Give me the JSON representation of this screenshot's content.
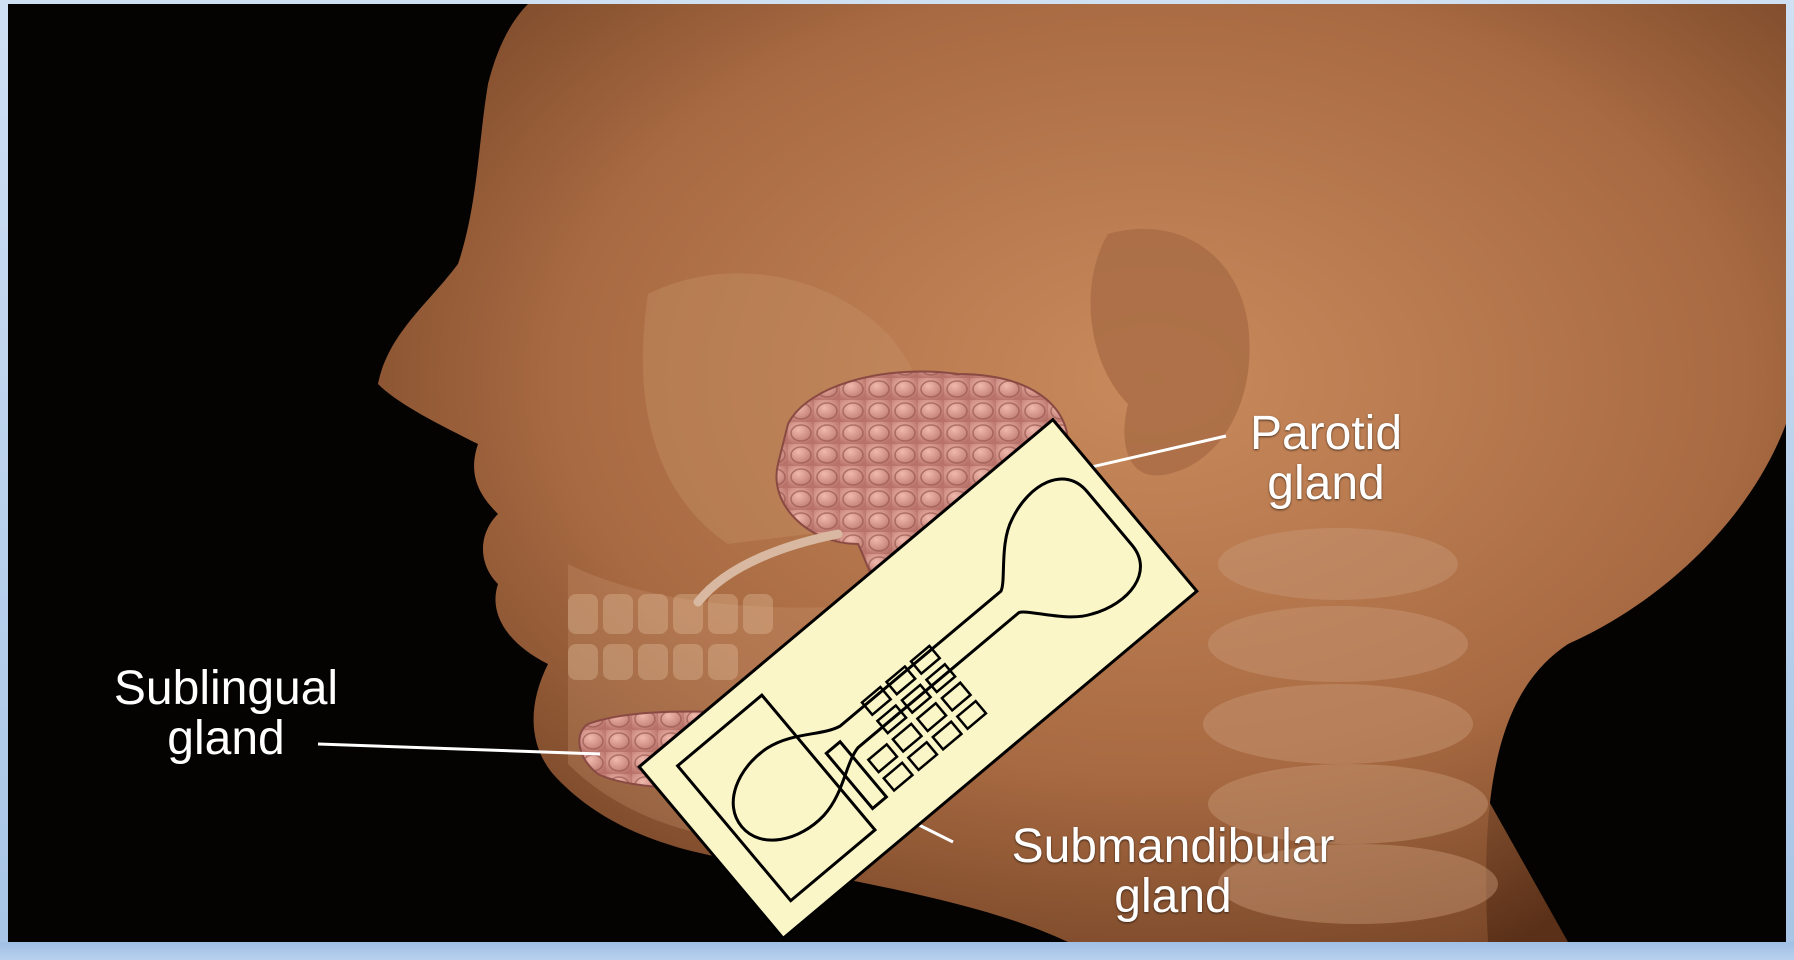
{
  "figure": {
    "labels": {
      "parotid": {
        "line1": "Parotid",
        "line2": "gland"
      },
      "sublingual": {
        "line1": "Sublingual",
        "line2": "gland"
      },
      "submandibular": {
        "line1": "Submandibular",
        "line2": "gland"
      }
    },
    "overlay_icon": "phone-device-icon",
    "colors": {
      "background": "#000000",
      "skin": "#b8764a",
      "gland": "#d89a8e",
      "label_text": "#ffffff",
      "device_fill": "#fbf6c8",
      "frame": "#a9c6e8"
    }
  }
}
